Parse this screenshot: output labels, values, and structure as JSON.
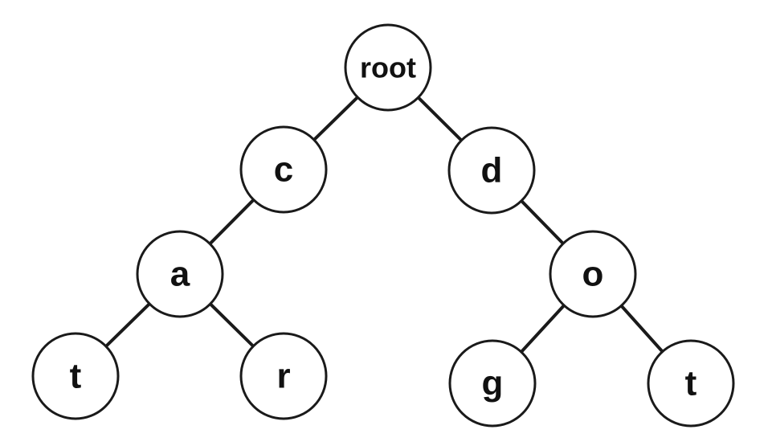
{
  "diagram": {
    "type": "trie",
    "nodes": [
      {
        "id": "root",
        "label": "root"
      },
      {
        "id": "c",
        "label": "c"
      },
      {
        "id": "d",
        "label": "d"
      },
      {
        "id": "a",
        "label": "a"
      },
      {
        "id": "o",
        "label": "o"
      },
      {
        "id": "t1",
        "label": "t"
      },
      {
        "id": "r",
        "label": "r"
      },
      {
        "id": "g",
        "label": "g"
      },
      {
        "id": "t2",
        "label": "t"
      }
    ],
    "edges": [
      {
        "from": "root",
        "to": "c"
      },
      {
        "from": "root",
        "to": "d"
      },
      {
        "from": "c",
        "to": "a"
      },
      {
        "from": "a",
        "to": "t1"
      },
      {
        "from": "a",
        "to": "r"
      },
      {
        "from": "d",
        "to": "o"
      },
      {
        "from": "o",
        "to": "g"
      },
      {
        "from": "o",
        "to": "t2"
      }
    ]
  }
}
